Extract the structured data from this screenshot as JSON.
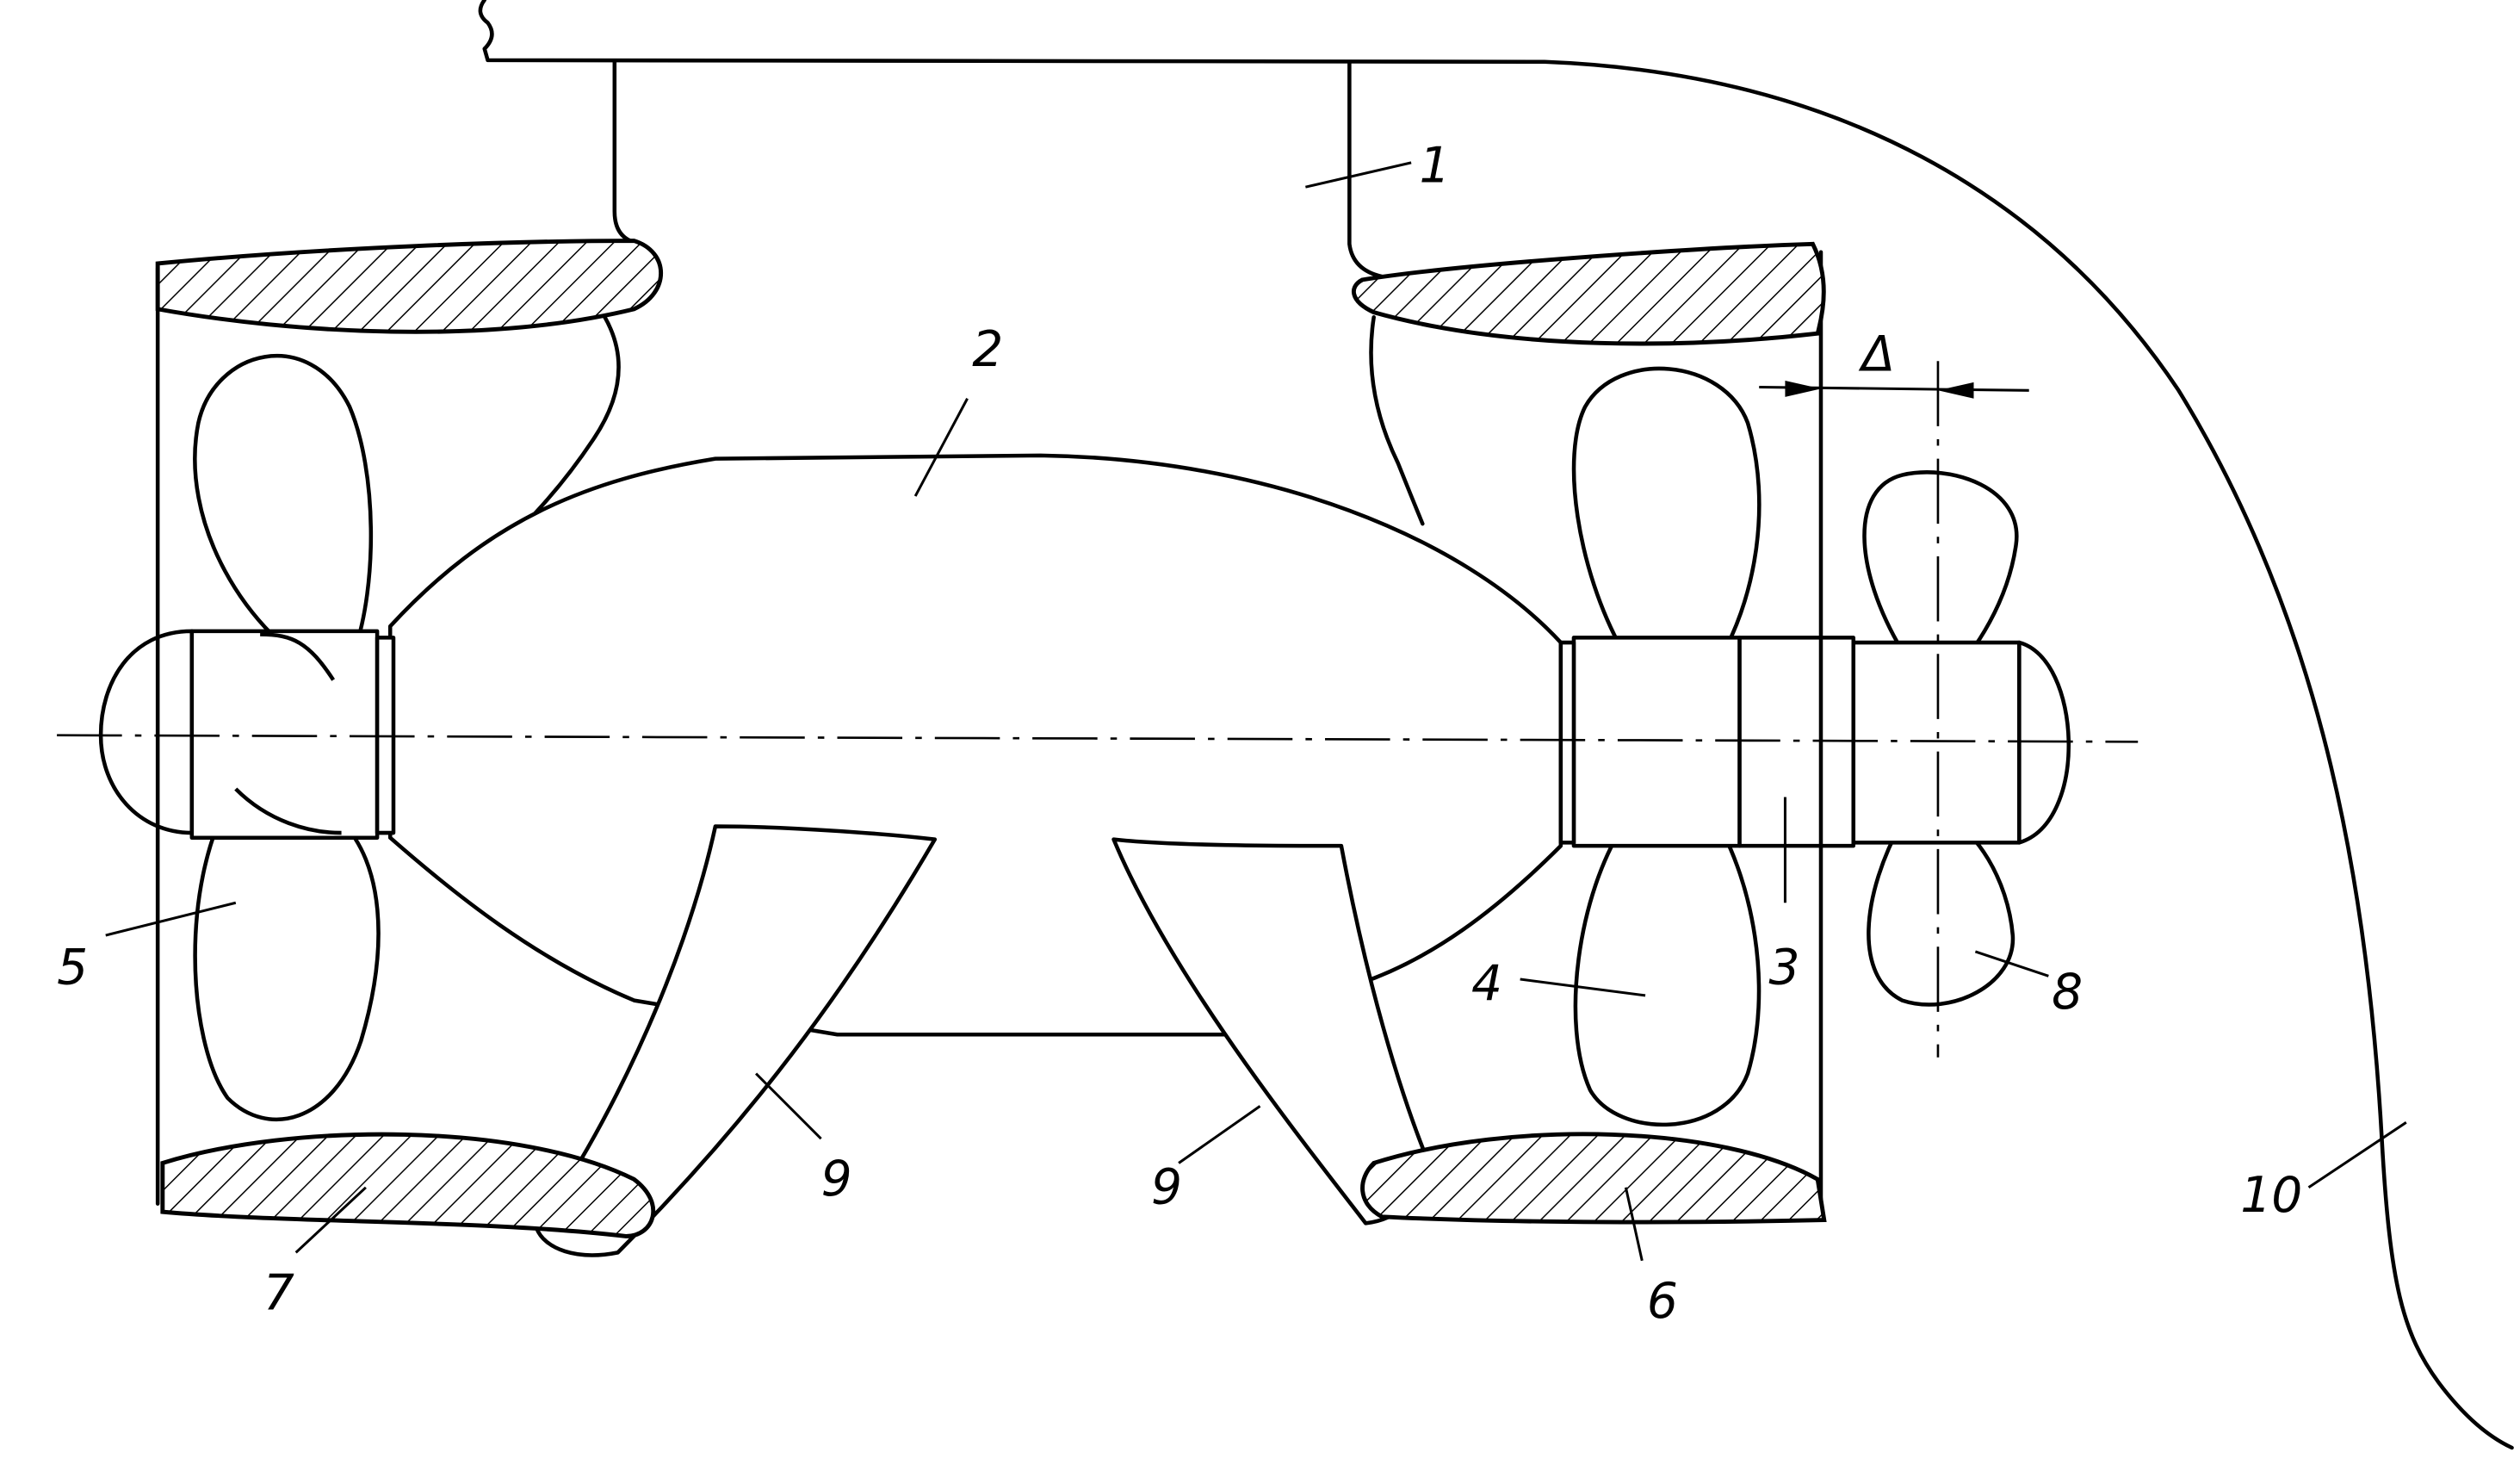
{
  "labels": {
    "strut": "1",
    "pod_body": "2",
    "motor_section": "3",
    "front_propeller": "4",
    "rear_propeller": "5",
    "front_nozzle": "6",
    "rear_nozzle": "7",
    "outer_propeller": "8",
    "fin_left": "9",
    "fin_right": "9",
    "hull": "10",
    "gap": "Δ"
  }
}
